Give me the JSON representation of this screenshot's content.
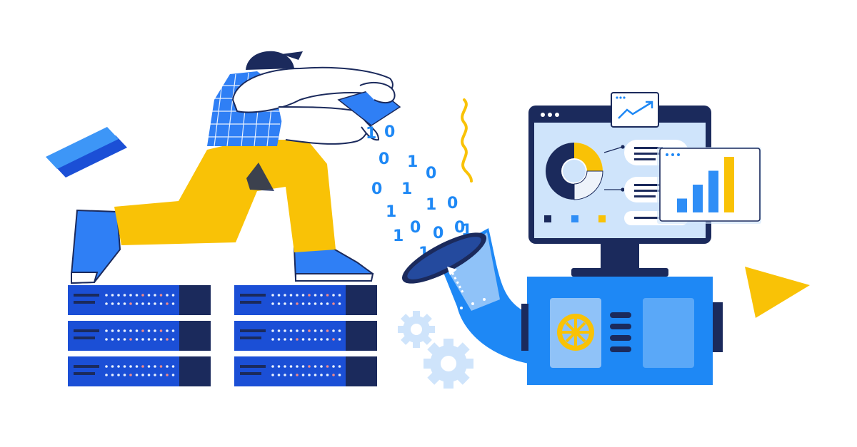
{
  "illustration": {
    "binary_digits": [
      "0",
      "1",
      "0",
      "1",
      "0",
      "0",
      "1",
      "1",
      "0",
      "1",
      "0",
      "1",
      "0",
      "0",
      "1",
      "1",
      "1"
    ]
  },
  "colors": {
    "navy": "#1b2a5c",
    "blue": "#1e88f5",
    "light_blue": "#8fc2f8",
    "pale_blue": "#cfe4fb",
    "yellow": "#f9c206",
    "led_red": "#f08a8a",
    "led_white": "#e8f1ff"
  },
  "icons": [
    "server-rack-icon",
    "person-icon",
    "funnel-icon",
    "gear-icon",
    "monitor-icon",
    "donut-chart-icon",
    "bar-chart-icon",
    "trend-arrow-icon",
    "machine-icon",
    "fan-icon",
    "play-triangle-icon"
  ],
  "dashboard": {
    "donut_segments": [
      {
        "name": "navy",
        "fraction": 0.5
      },
      {
        "name": "yellow",
        "fraction": 0.25
      },
      {
        "name": "white",
        "fraction": 0.25
      }
    ],
    "bar_chart": {
      "values": [
        1,
        2,
        3,
        4
      ]
    }
  }
}
